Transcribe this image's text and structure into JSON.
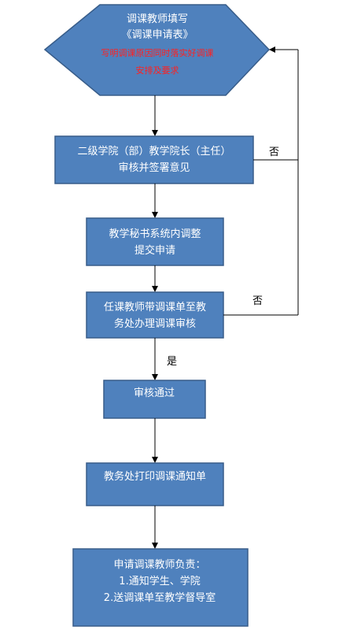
{
  "flow": {
    "start": {
      "line1": "调课教师填写",
      "line2": "《调课申请表》",
      "note1": "写明调课原因同时落实好调课",
      "note2": "安排及要求"
    },
    "step_dean": {
      "line1": "二级学院（部）教学院长（主任）",
      "line2": "审核并签署意见"
    },
    "step_secretary": {
      "line1": "教学秘书系统内调整",
      "line2": "提交申请"
    },
    "step_teacher": {
      "line1": "任课教师带调课单至教",
      "line2": "务处办理调课审核"
    },
    "step_approved": {
      "label": "审核通过"
    },
    "step_print": {
      "label": "教务处打印调课通知单"
    },
    "step_final": {
      "line1": "申请调课教师负责：",
      "line2": "1.通知学生、学院",
      "line3": "2.送调课单至教学督导室"
    },
    "edges": {
      "no_1": "否",
      "no_2": "否",
      "yes": "是"
    }
  },
  "colors": {
    "box_fill": "#4f81bd",
    "box_stroke": "#385d8a",
    "note_text": "#ff2020",
    "line": "#000000"
  }
}
